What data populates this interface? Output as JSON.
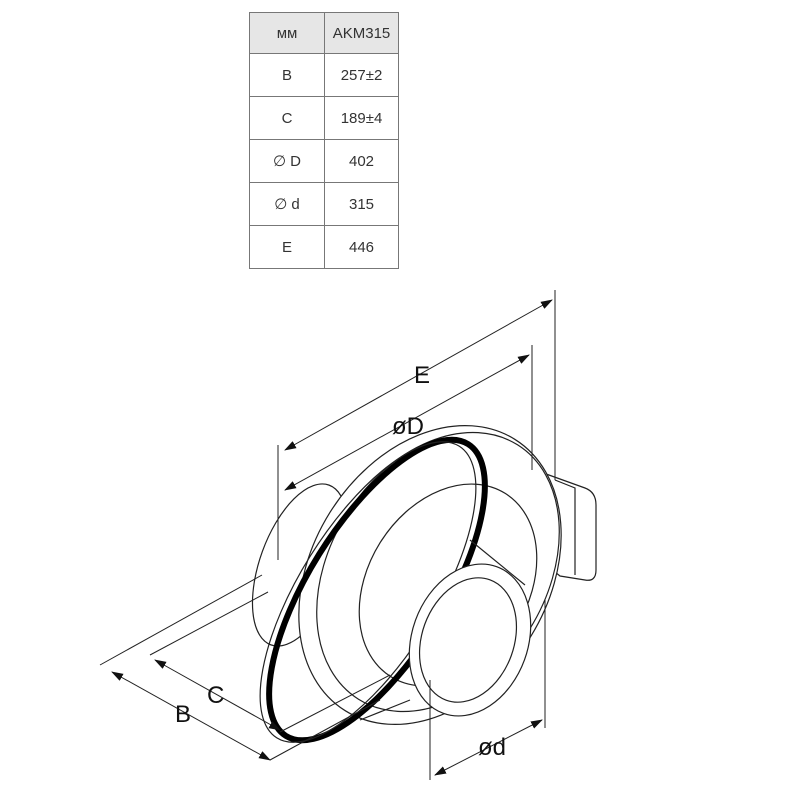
{
  "table": {
    "header": {
      "unit": "мм",
      "model": "AKM315"
    },
    "rows": [
      {
        "param": "B",
        "value": "257±2"
      },
      {
        "param": "C",
        "value": "189±4"
      },
      {
        "param": "∅ D",
        "value": "402"
      },
      {
        "param": "∅ d",
        "value": "315"
      },
      {
        "param": "E",
        "value": "446"
      }
    ]
  },
  "drawing": {
    "labels": {
      "E": "E",
      "D": "øD",
      "B": "B",
      "C": "C",
      "d": "ød"
    }
  }
}
